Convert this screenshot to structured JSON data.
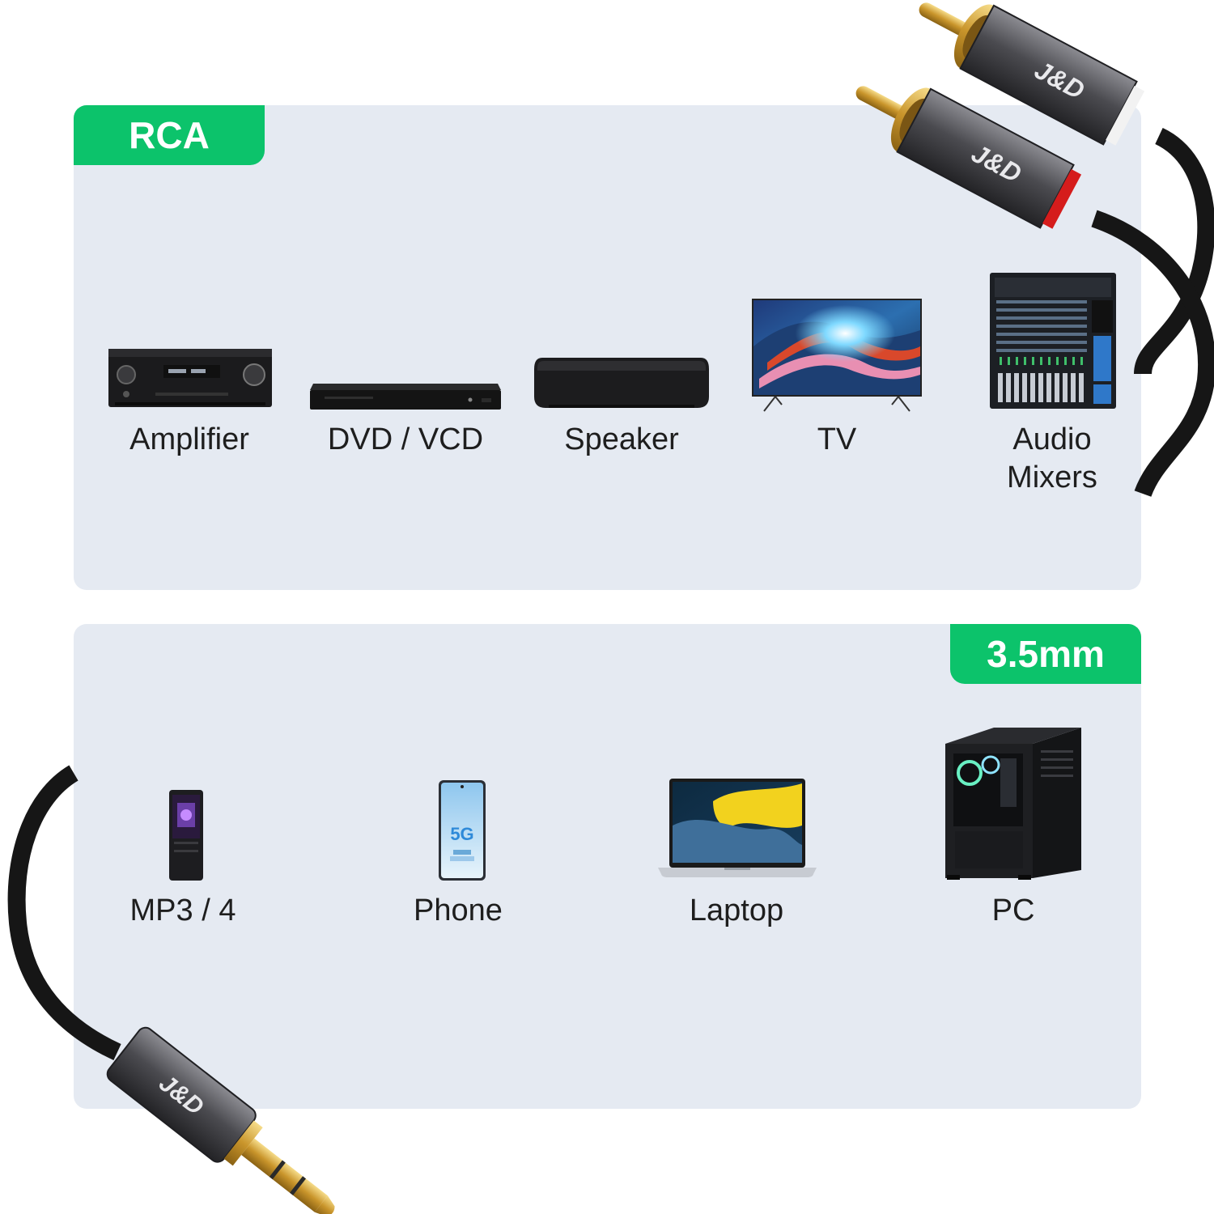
{
  "colors": {
    "panel_background": "#e5eaf2",
    "tag_green": "#0cc36b",
    "cable_black": "#1a1a1a",
    "connector_gold": "#d4a537",
    "connector_gunmetal": "#4a4a4f",
    "rca_ring_red": "#d51c1c",
    "rca_ring_white": "#f2f2f2"
  },
  "rca_section": {
    "tag": "RCA",
    "devices": [
      {
        "label": "Amplifier",
        "icon": "amplifier-icon"
      },
      {
        "label": "DVD / VCD",
        "icon": "dvd-player-icon"
      },
      {
        "label": "Speaker",
        "icon": "speaker-icon"
      },
      {
        "label": "TV",
        "icon": "tv-icon"
      },
      {
        "label_line1": "Audio",
        "label_line2": "Mixers",
        "icon": "audio-mixer-icon"
      }
    ]
  },
  "jack_section": {
    "tag": "3.5mm",
    "devices": [
      {
        "label": "MP3 / 4",
        "icon": "mp3-player-icon"
      },
      {
        "label": "Phone",
        "icon": "phone-icon",
        "screen_text": "5G"
      },
      {
        "label": "Laptop",
        "icon": "laptop-icon"
      },
      {
        "label": "PC",
        "icon": "pc-tower-icon"
      }
    ]
  },
  "connectors": {
    "brand_mark": "J&D",
    "rca_plug_colors": [
      "white",
      "red"
    ]
  }
}
